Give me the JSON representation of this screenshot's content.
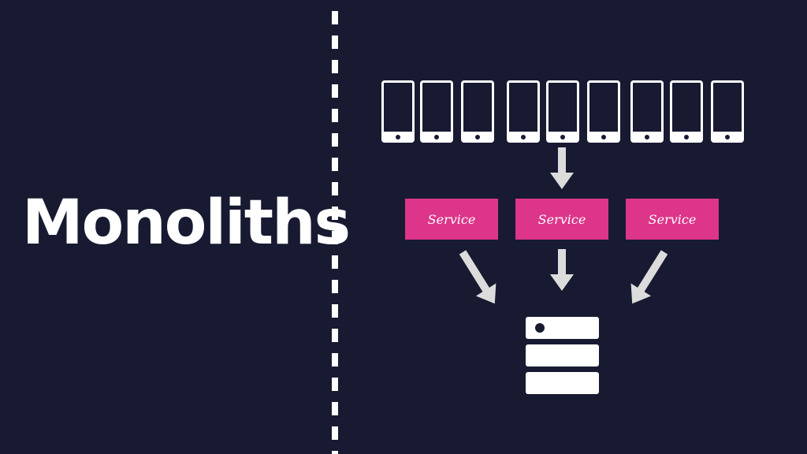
{
  "title": "Monoliths",
  "services": [
    {
      "label": "Service"
    },
    {
      "label": "Service"
    },
    {
      "label": "Service"
    }
  ],
  "phone_count": 9,
  "colors": {
    "background": "#171a31",
    "service": "#dc3589",
    "arrow": "#dcdcdc"
  }
}
